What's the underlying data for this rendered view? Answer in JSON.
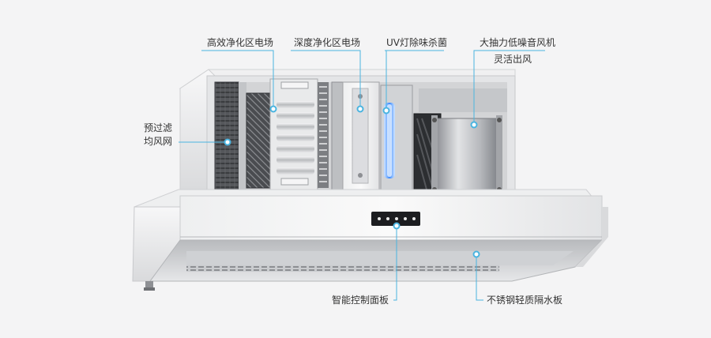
{
  "labels": {
    "efficient_purification": "高效净化区电场",
    "deep_purification": "深度净化区电场",
    "uv_lamp": "UV灯除味杀菌",
    "fan_line1": "大抽力低噪音风机",
    "fan_line2": "灵活出风",
    "prefilter_line1": "预过滤",
    "prefilter_line2": "均风网",
    "control_panel": "智能控制面板",
    "baffle": "不锈钢轻质隔水板"
  },
  "colors": {
    "accent": "#4ab4e0",
    "background": "#f4f4f5",
    "steel_light": "#e9eaec",
    "steel_dark": "#9a9ca0",
    "uv_glow": "#3d8bff"
  }
}
